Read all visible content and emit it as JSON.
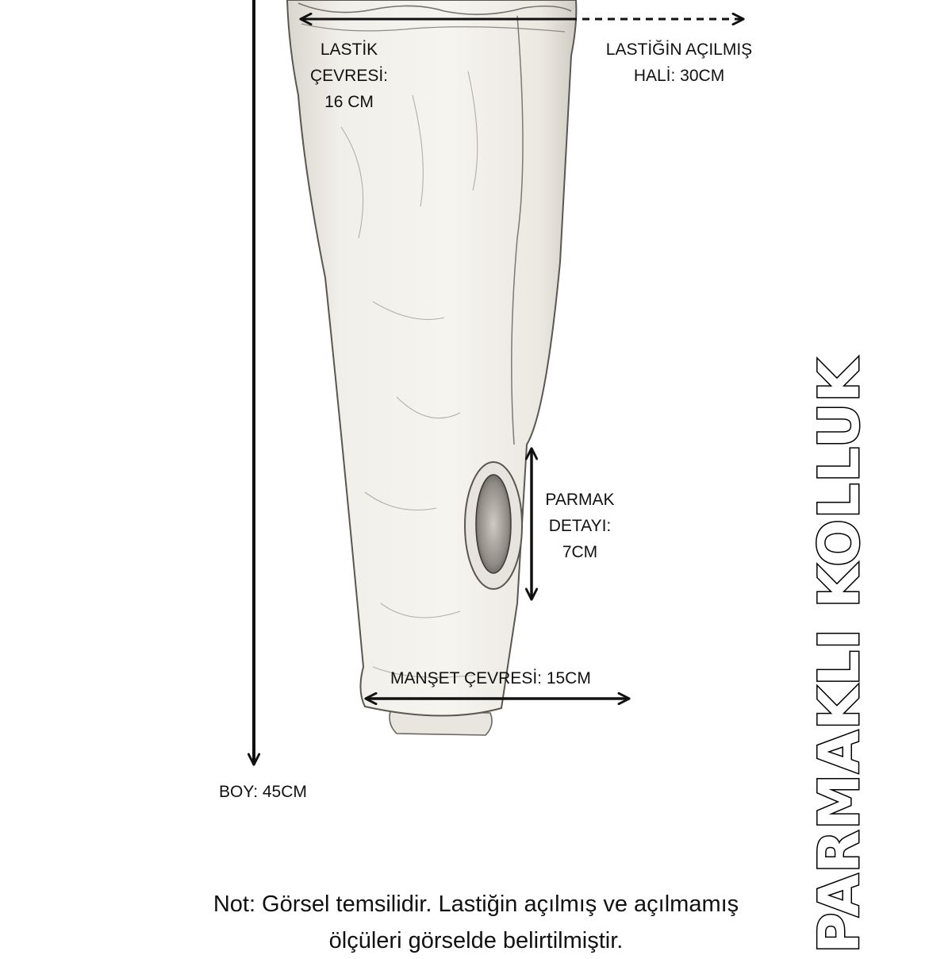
{
  "title": "PARMAKLI KOLLUK",
  "labels": {
    "lastik_cevresi": "LASTİK\nÇEVRESİ:\n16 CM",
    "lastik_acilmis": "LASTİĞİN AÇILMIŞ\nHALİ: 30CM",
    "parmak_detayi": "PARMAK\nDETAYI:\n7CM",
    "manset_cevresi": "MANŞET ÇEVRESİ: 15CM",
    "boy": "BOY: 45CM"
  },
  "note": {
    "line1": "Not: Görsel temsilidir. Lastiğin açılmış ve açılmamış",
    "line2": "ölçüleri görselde belirtilmiştir."
  },
  "colors": {
    "background": "#ffffff",
    "ink": "#111111",
    "sleeve_fill": "#f3f1ec",
    "sleeve_shadow": "#d9d6cf",
    "title_fill": "#ffffff",
    "title_stroke": "#000000"
  },
  "icons": {
    "arrows": "double-headed-arrow"
  }
}
